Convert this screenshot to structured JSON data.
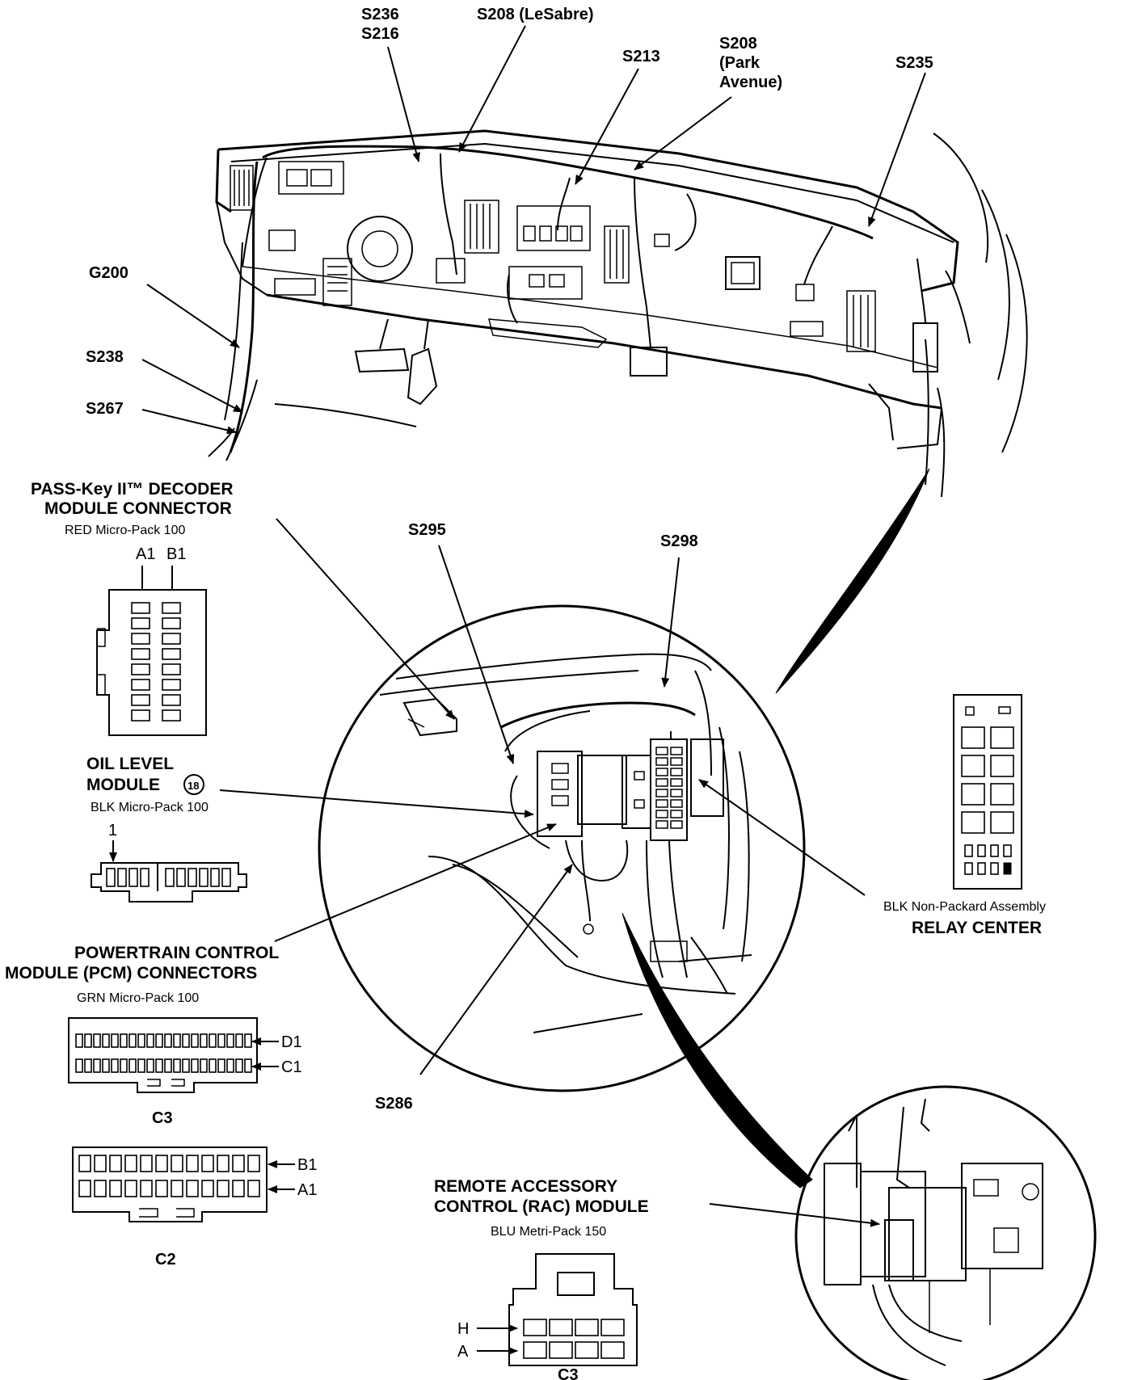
{
  "callouts": {
    "s236": "S236",
    "s216": "S216",
    "s208_lesabre": "S208 (LeSabre)",
    "s213": "S213",
    "s208_park_1": "S208",
    "s208_park_2": "(Park",
    "s208_park_3": "Avenue)",
    "s235": "S235",
    "g200": "G200",
    "s238": "S238",
    "s267": "S267",
    "s295": "S295",
    "s298": "S298",
    "s286": "S286"
  },
  "passkey": {
    "title_line1": "PASS-Key II™ DECODER",
    "title_line2": "MODULE CONNECTOR",
    "subtitle": "RED Micro-Pack 100",
    "pin_a1": "A1",
    "pin_b1": "B1"
  },
  "oil_level": {
    "title_line1": "OIL LEVEL",
    "title_line2": "MODULE",
    "badge": "18",
    "subtitle": "BLK Micro-Pack 100",
    "pin_1": "1"
  },
  "pcm": {
    "title_line1": "POWERTRAIN CONTROL",
    "title_line2": "MODULE (PCM) CONNECTORS",
    "subtitle": "GRN Micro-Pack 100",
    "pin_d1": "D1",
    "pin_c1": "C1",
    "c3_label": "C3",
    "pin_b1": "B1",
    "pin_a1": "A1",
    "c2_label": "C2"
  },
  "relay_center": {
    "subtitle": "BLK Non-Packard Assembly",
    "title": "RELAY CENTER"
  },
  "rac": {
    "title_line1": "REMOTE ACCESSORY",
    "title_line2": "CONTROL (RAC) MODULE",
    "subtitle": "BLU Metri-Pack 150",
    "pin_h": "H",
    "pin_a": "A",
    "c3_label": "C3"
  }
}
